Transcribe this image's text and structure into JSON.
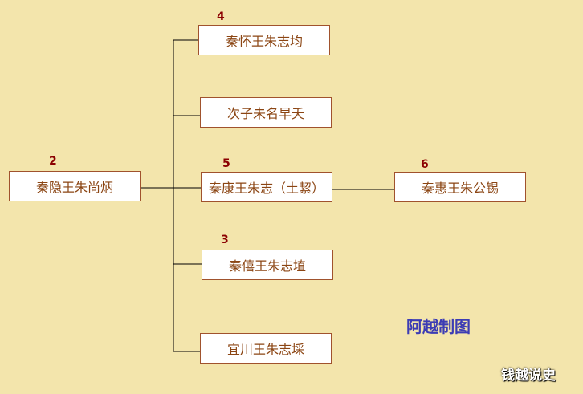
{
  "diagram": {
    "root": {
      "label": "秦隐王朱尚炳",
      "number": "2"
    },
    "children": [
      {
        "label": "秦怀王朱志均",
        "number": "4"
      },
      {
        "label": "次子未名早夭",
        "number": ""
      },
      {
        "label": "秦康王朱志（土絜）",
        "number": "5"
      },
      {
        "label": "秦僖王朱志埴",
        "number": "3"
      },
      {
        "label": "宜川王朱志埰",
        "number": ""
      }
    ],
    "grandchild": {
      "label": "秦惠王朱公锡",
      "number": "6"
    }
  },
  "credit": "阿越制图",
  "watermark": "钱越说史",
  "colors": {
    "background": "#F3E5AC",
    "box_border": "#A0522D",
    "box_text": "#8B4513",
    "number": "#8B0000",
    "line": "#000000",
    "credit": "#3C3CB4"
  }
}
